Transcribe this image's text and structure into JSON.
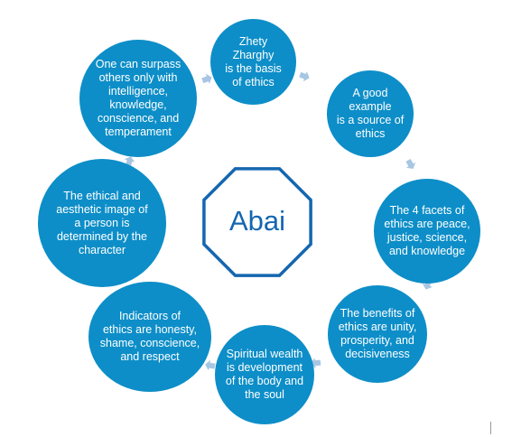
{
  "colors": {
    "node_fill": "#0d8ec8",
    "node_text": "#ffffff",
    "center_stroke": "#1466b0",
    "center_text": "#1466b0",
    "arrow": "#a7c6e3"
  },
  "center": {
    "label": "Abai"
  },
  "nodes": [
    {
      "text": "Zhety Zharghy\nis the basis\nof ethics"
    },
    {
      "text": "A good example\nis a source of\nethics"
    },
    {
      "text": "The 4 facets of\nethics are peace,\njustice, science,\nand knowledge"
    },
    {
      "text": "The benefits of\nethics are unity,\nprosperity, and\ndecisiveness"
    },
    {
      "text": "Spiritual wealth\nis development\nof the body and\nthe soul"
    },
    {
      "text": "Indicators of\nethics are honesty,\nshame, conscience,\nand respect"
    },
    {
      "text": "The ethical and\naesthetic image of\na person is\ndetermined by the\ncharacter"
    },
    {
      "text": "One can surpass\nothers only with\nintelligence,\nknowledge,\nconscience, and\ntemperament"
    }
  ]
}
